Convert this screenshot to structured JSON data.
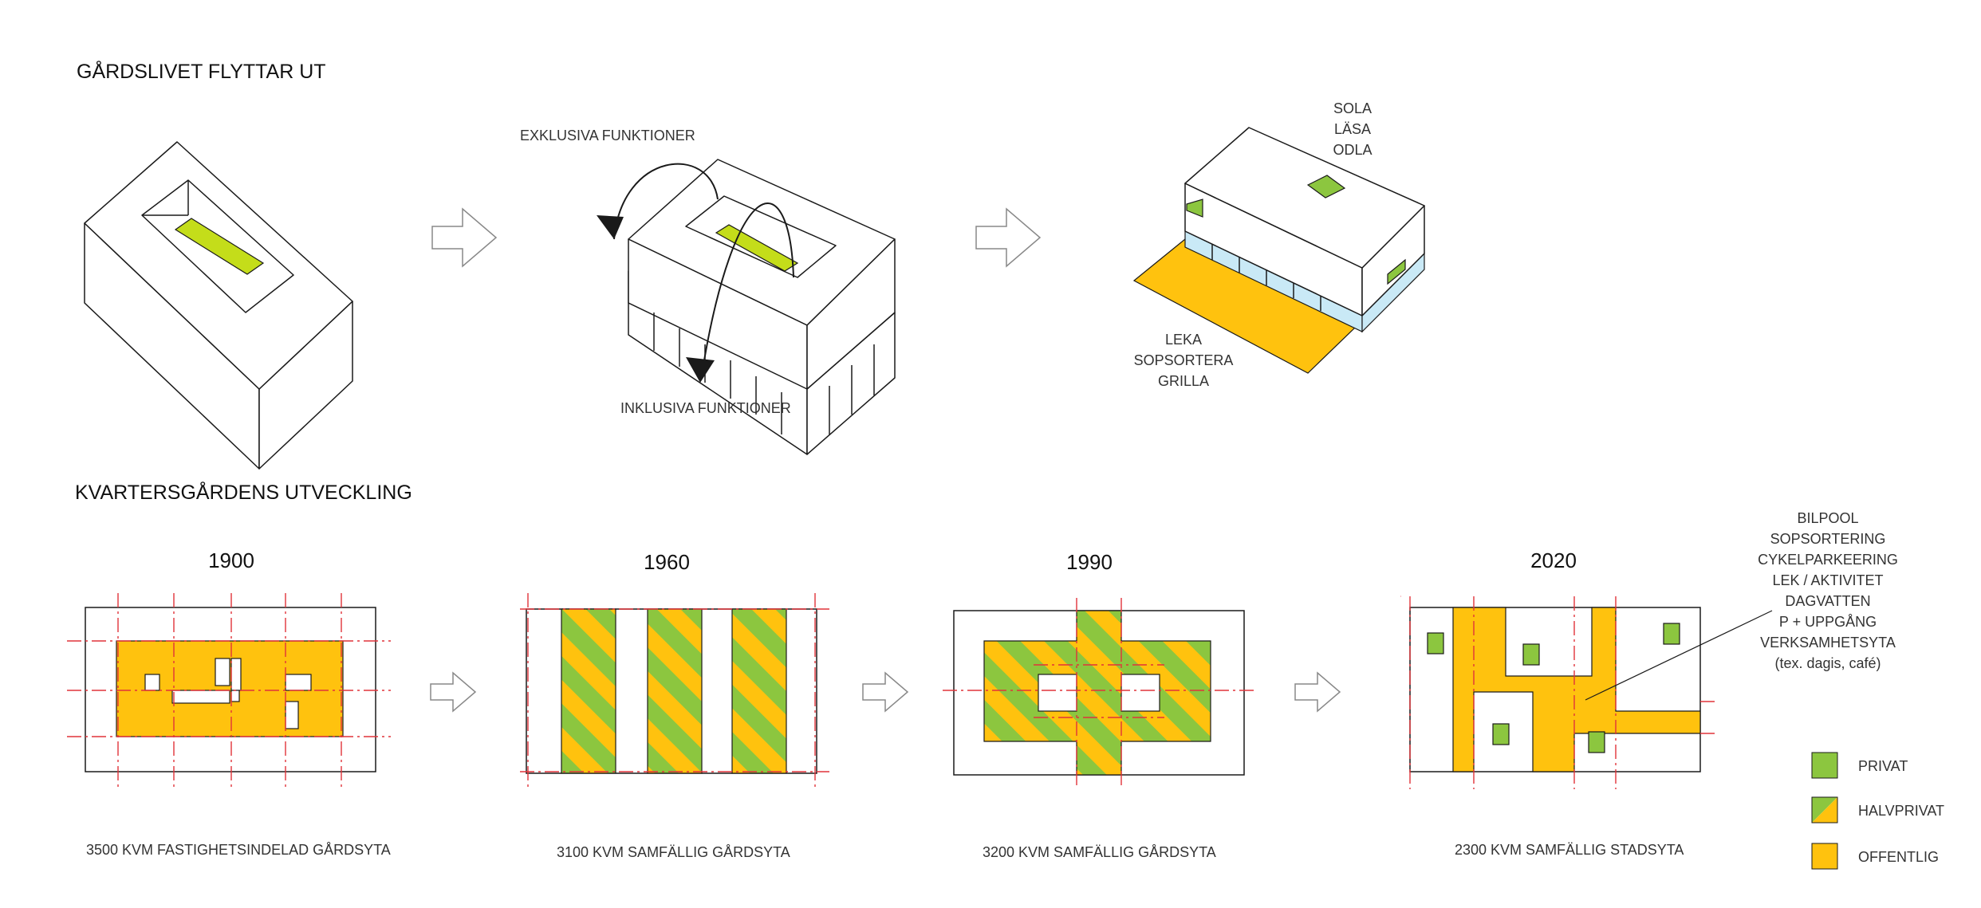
{
  "colors": {
    "privat": "#8cc63f",
    "offentlig": "#ffc20e",
    "lime": "#c4dd1a",
    "glass": "#c9e9f6",
    "grid": "#e0333a",
    "line": "#1a1a1a"
  },
  "section1": {
    "title": "GÅRDSLIVET FLYTTAR UT",
    "exklusiva": "EXKLUSIVA FUNKTIONER",
    "inklusiva": "INKLUSIVA FUNKTIONER",
    "roof_activities": [
      "SOLA",
      "LÄSA",
      "ODLA"
    ],
    "ground_activities": [
      "LEKA",
      "SOPSORTERA",
      "GRILLA"
    ]
  },
  "section2": {
    "title": "KVARTERSGÅRDENS UTVECKLING",
    "periods": [
      {
        "year": "1900",
        "caption": "3500 KVM FASTIGHETSINDELAD GÅRDSYTA"
      },
      {
        "year": "1960",
        "caption": "3100 KVM  SAMFÄLLIG GÅRDSYTA"
      },
      {
        "year": "1990",
        "caption": "3200 KVM  SAMFÄLLIG GÅRDSYTA"
      },
      {
        "year": "2020",
        "caption": "2300 KVM SAMFÄLLIG STADSYTA"
      }
    ],
    "functions_2020": [
      "BILPOOL",
      "SOPSORTERING",
      "CYKELPARKEERING",
      "LEK / AKTIVITET",
      "DAGVATTEN",
      "P + UPPGÅNG",
      "VERKSAMHETSYTA",
      "(tex. dagis, café)"
    ]
  },
  "legend": [
    {
      "key": "privat",
      "label": "PRIVAT"
    },
    {
      "key": "halvprivat",
      "label": "HALVPRIVAT"
    },
    {
      "key": "offentlig",
      "label": "OFFENTLIG"
    }
  ]
}
